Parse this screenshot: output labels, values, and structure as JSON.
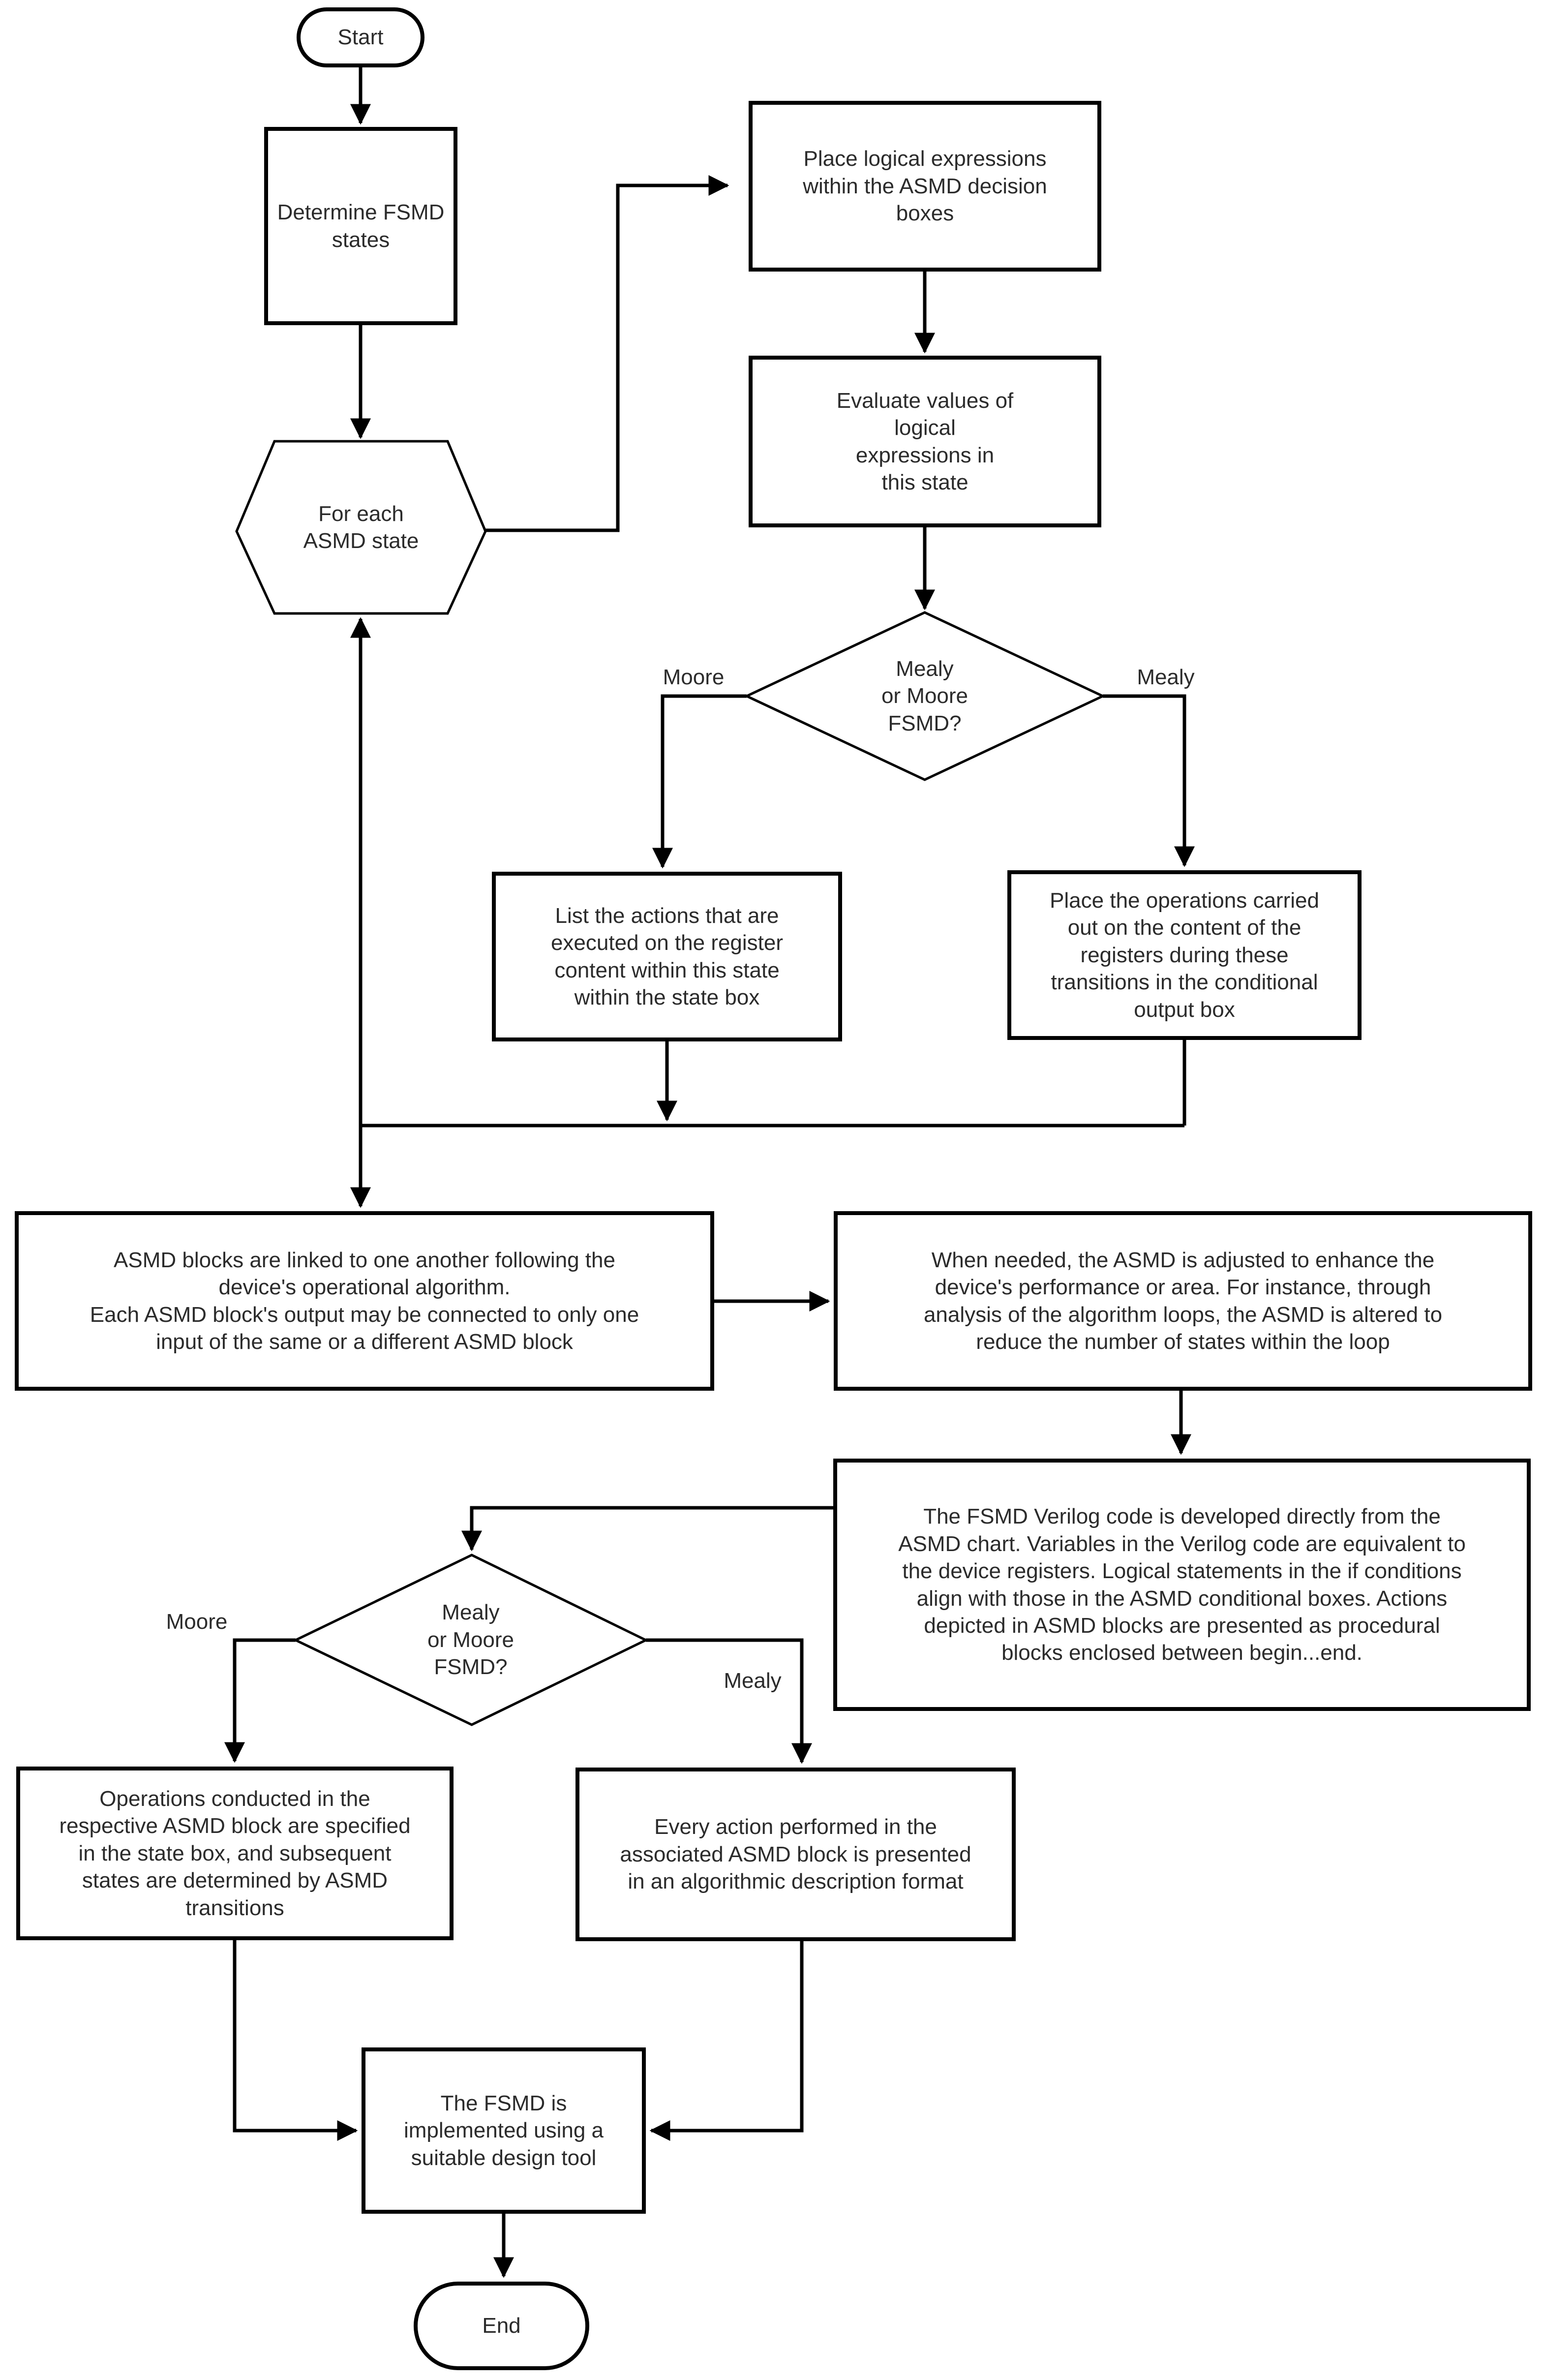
{
  "diagram": {
    "title": "ASMD / FSMD design flowchart",
    "colors": {
      "background": "#ffffff",
      "shape_border": "#000000",
      "connector": "#000000",
      "text": "#2b2b2b"
    },
    "nodes": {
      "start": {
        "label": "Start",
        "type": "terminator"
      },
      "determine": {
        "label": "Determine FSMD\nstates",
        "type": "process"
      },
      "for_each": {
        "label": "For each\nASMD state",
        "type": "preparation-hexagon"
      },
      "place_expr": {
        "label": "Place logical expressions\nwithin the ASMD decision\nboxes",
        "type": "process"
      },
      "evaluate": {
        "label": "Evaluate values of\nlogical\nexpressions in\nthis state",
        "type": "process"
      },
      "diamond1": {
        "label": "Mealy\nor Moore\nFSMD?",
        "type": "decision"
      },
      "list_actions": {
        "label": "List the actions that are\nexecuted on the register\ncontent within this state\nwithin the state box",
        "type": "process"
      },
      "place_ops": {
        "label": "Place the operations carried\nout on the content of the\nregisters during these\ntransitions in the conditional\noutput box",
        "type": "process"
      },
      "asmd_blocks": {
        "label": "ASMD blocks are linked to one another following the\ndevice's operational algorithm.\nEach ASMD block's output may be connected to only one\ninput of the same or a different ASMD block",
        "type": "process"
      },
      "when_needed": {
        "label": "When needed, the ASMD is adjusted to enhance the\ndevice's performance or area. For instance, through\nanalysis of the algorithm loops, the ASMD is altered to\nreduce the number of states within the loop",
        "type": "process"
      },
      "verilog": {
        "label": "The FSMD Verilog code is developed directly from the\nASMD chart. Variables in the Verilog code are equivalent to\nthe device registers. Logical statements in the if conditions\nalign with those in the ASMD conditional boxes. Actions\ndepicted in ASMD blocks are presented as procedural\nblocks enclosed between begin...end.",
        "type": "process"
      },
      "diamond2": {
        "label": "Mealy\nor Moore\nFSMD?",
        "type": "decision"
      },
      "operations": {
        "label": "Operations conducted in the\nrespective ASMD block are specified\nin the state box, and subsequent\nstates are determined by ASMD\ntransitions",
        "type": "process"
      },
      "every_action": {
        "label": "Every action performed in the\nassociated ASMD block is presented\nin an algorithmic description format",
        "type": "process"
      },
      "fsmd_impl": {
        "label": "The FSMD is\nimplemented using a\nsuitable design tool",
        "type": "process"
      },
      "end": {
        "label": "End",
        "type": "terminator"
      }
    },
    "edge_labels": {
      "moore1": "Moore",
      "mealy1": "Mealy",
      "moore2": "Moore",
      "mealy2": "Mealy"
    }
  }
}
